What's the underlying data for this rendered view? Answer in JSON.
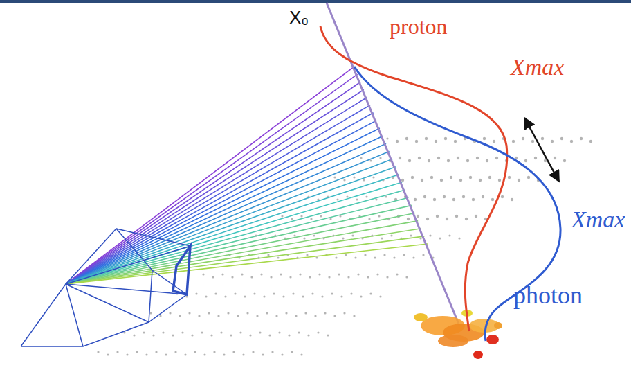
{
  "diagram": {
    "labels": [
      "X₀",
      "proton",
      "Xmax",
      "Xmax",
      "photon"
    ]
  }
}
